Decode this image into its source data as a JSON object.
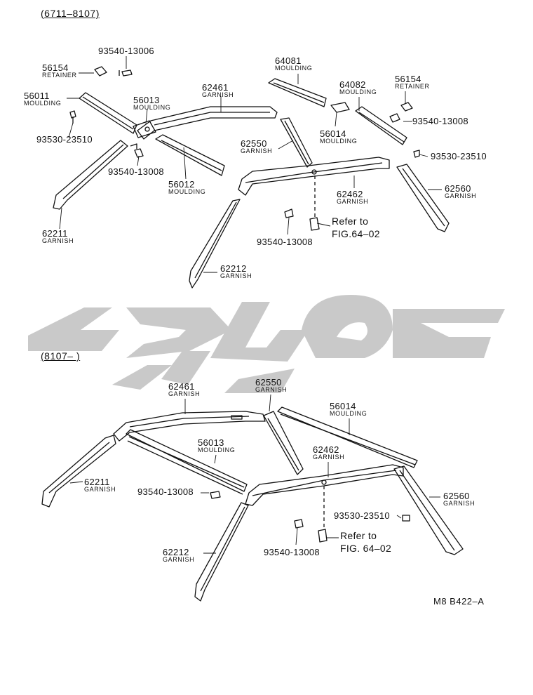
{
  "sections": [
    {
      "range": "(6711–8107)"
    },
    {
      "range": "(8107–          )"
    }
  ],
  "top_labels": {
    "p56154a": {
      "pn": "56154",
      "nm": "RETAINER"
    },
    "p93540a": {
      "pn": "93540-13006"
    },
    "p56011": {
      "pn": "56011",
      "nm": "MOULDING"
    },
    "p56013": {
      "pn": "56013",
      "nm": "MOULDING"
    },
    "p62461": {
      "pn": "62461",
      "nm": "GARNISH"
    },
    "p64081": {
      "pn": "64081",
      "nm": "MOULDING"
    },
    "p64082": {
      "pn": "64082",
      "nm": "MOULDING"
    },
    "p56154b": {
      "pn": "56154",
      "nm": "RETAINER"
    },
    "p93530a": {
      "pn": "93530-23510"
    },
    "p93540b": {
      "pn": "93540-13008"
    },
    "p56012": {
      "pn": "56012",
      "nm": "MOULDING"
    },
    "p62550": {
      "pn": "62550",
      "nm": "GARNISH"
    },
    "p56014": {
      "pn": "56014",
      "nm": "MOULDING"
    },
    "p93540c": {
      "pn": "93540-13008"
    },
    "p93530b": {
      "pn": "93530-23510"
    },
    "p62462": {
      "pn": "62462",
      "nm": "GARNISH"
    },
    "p62560": {
      "pn": "62560",
      "nm": "GARNISH"
    },
    "p62211": {
      "pn": "62211",
      "nm": "GARNISH"
    },
    "p93540d": {
      "pn": "93540-13008"
    },
    "ref": {
      "line1": "Refer to",
      "line2": "FIG.64–02"
    },
    "p62212": {
      "pn": "62212",
      "nm": "GARNISH"
    }
  },
  "bottom_labels": {
    "p62461": {
      "pn": "62461",
      "nm": "GARNISH"
    },
    "p62550": {
      "pn": "62550",
      "nm": "GARNISH"
    },
    "p56014": {
      "pn": "56014",
      "nm": "MOULDING"
    },
    "p56013": {
      "pn": "56013",
      "nm": "MOULDING"
    },
    "p62462": {
      "pn": "62462",
      "nm": "GARNISH"
    },
    "p62211": {
      "pn": "62211",
      "nm": "GARNISH"
    },
    "p93540a": {
      "pn": "93540-13008"
    },
    "p62560": {
      "pn": "62560",
      "nm": "GARNISH"
    },
    "p93530": {
      "pn": "93530-23510"
    },
    "p62212": {
      "pn": "62212",
      "nm": "GARNISH"
    },
    "ref": {
      "line1": "Refer to",
      "line2": "FIG. 64–02"
    },
    "p93540b": {
      "pn": "93540-13008"
    }
  },
  "figure_code": "M8 B422–A",
  "watermark_color": "#c8c8c8",
  "line_color": "#111111"
}
